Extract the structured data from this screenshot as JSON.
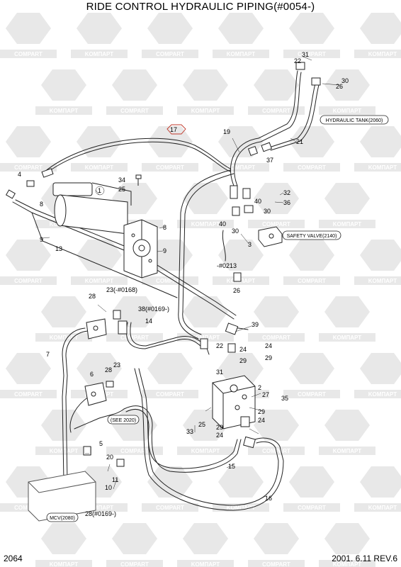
{
  "title": "RIDE CONTROL HYDRAULIC PIPING(#0054-)",
  "page_number": "2064",
  "revision": "2001. 6.11  REV.6",
  "watermark": {
    "text_a": "COMPART",
    "text_b": "KOMПAPT",
    "color": "#e8e8e8"
  },
  "boxed_labels": {
    "hydraulic_tank": "HYDRAULIC TANK(2060)",
    "safety_valve": "SAFETY VALVE(2140)",
    "see_2020": "(SEE 2020)",
    "mcv": "MCV(2080)"
  },
  "annotations": {
    "serial_0213": "-#0213",
    "ref_23": "23(-#0168)",
    "ref_38": "38(#0169-)",
    "ref_28": "28(#0169-)"
  },
  "callouts": {
    "n1": "1",
    "n2": "2",
    "n3": "3",
    "n4": "4",
    "n5": "5",
    "n6": "6",
    "n7": "7",
    "n8a": "8",
    "n8b": "8",
    "n9a": "9",
    "n9b": "9",
    "n10": "10",
    "n11": "11",
    "n13": "13",
    "n14": "14",
    "n15": "15",
    "n16": "16",
    "n17": "17",
    "n19": "19",
    "n20": "20",
    "n21": "21",
    "n22a": "22",
    "n22b": "22",
    "n23": "23",
    "n24a": "24",
    "n24b": "24",
    "n24c": "24",
    "n24d": "24",
    "n25a": "25",
    "n25b": "25",
    "n26a": "26",
    "n26b": "26",
    "n27": "27",
    "n28a": "28",
    "n28b": "28",
    "n29a": "29",
    "n29b": "29",
    "n29c": "29",
    "n29d": "29",
    "n30a": "30",
    "n30b": "30",
    "n30c": "30",
    "n31a": "31",
    "n31b": "31",
    "n32": "32",
    "n33": "33",
    "n34": "34",
    "n35": "35",
    "n36": "36",
    "n37": "37",
    "n39": "39",
    "n40a": "40",
    "n40b": "40"
  }
}
